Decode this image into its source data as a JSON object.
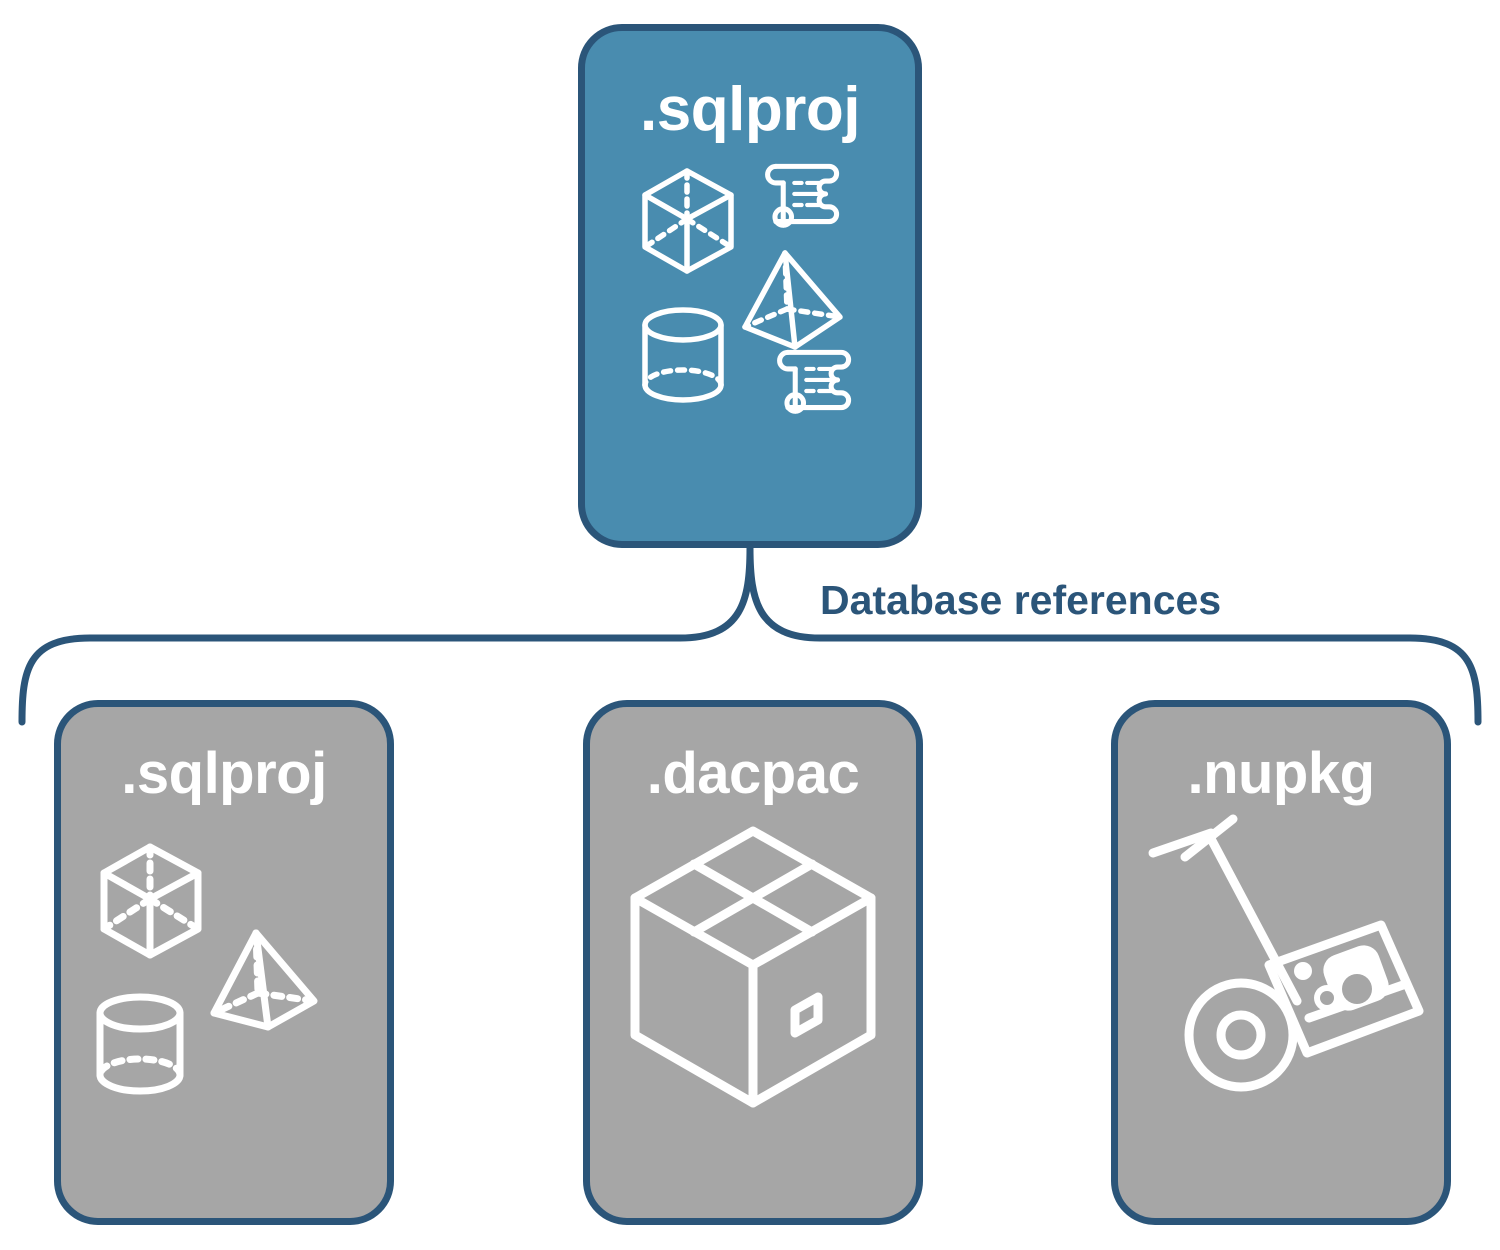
{
  "diagram": {
    "title_text": "Database references",
    "colors": {
      "root_fill": "#498CAF",
      "leaf_fill": "#A6A6A6",
      "stroke": "#2B5579",
      "icon_stroke": "#FFFFFF",
      "background": "#FFFFFF"
    },
    "root_node": {
      "label": ".sqlproj",
      "icons": [
        "cube-wireframe-icon",
        "pyramid-wireframe-icon",
        "cylinder-wireframe-icon",
        "scroll-icon",
        "scroll-icon"
      ]
    },
    "connector": {
      "label": "Database references",
      "style": "curly-bracket"
    },
    "leaf_nodes": [
      {
        "label": ".sqlproj",
        "icons": [
          "cube-wireframe-icon",
          "pyramid-wireframe-icon",
          "cylinder-wireframe-icon"
        ]
      },
      {
        "label": ".dacpac",
        "icons": [
          "package-box-icon"
        ]
      },
      {
        "label": ".nupkg",
        "icons": [
          "hand-truck-icon",
          "nuget-package-icon"
        ]
      }
    ]
  }
}
